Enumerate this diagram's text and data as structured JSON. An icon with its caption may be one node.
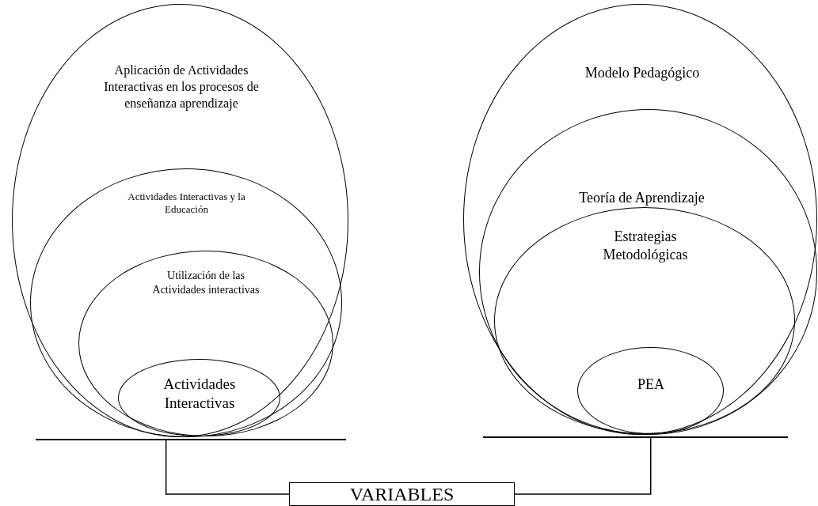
{
  "diagram": {
    "nodes": [
      {
        "text": [
          "Aplicación de Actividades Interactivas en los procesos de enseñanza aprendizaje"
        ]
      },
      {
        "text": [
          "Actividades Interactivas y la Educación"
        ],
        "in": 0
      },
      {
        "text": [
          "Utilización de las Actividades interactivas"
        ],
        "in": 1
      },
      {
        "text": [
          "Actividades Interactivas"
        ],
        "in": 2
      },
      {
        "text": [
          "Modelo Pedagógico"
        ]
      },
      {
        "text": [
          "Teoría de Aprendizaje"
        ],
        "in": 4
      },
      {
        "text": [
          "Estrategias Metodológicas"
        ],
        "in": 5
      },
      {
        "text": [
          "PEA"
        ],
        "in": 6
      },
      {
        "text": [],
        "shape": "bar"
      },
      {
        "text": [],
        "shape": "bar"
      },
      {
        "text": [
          "VARIABLES"
        ]
      }
    ],
    "edges": [
      {
        "from": 10,
        "to": 8,
        "arrow": "none"
      },
      {
        "from": 10,
        "to": 9,
        "arrow": "none"
      }
    ]
  }
}
